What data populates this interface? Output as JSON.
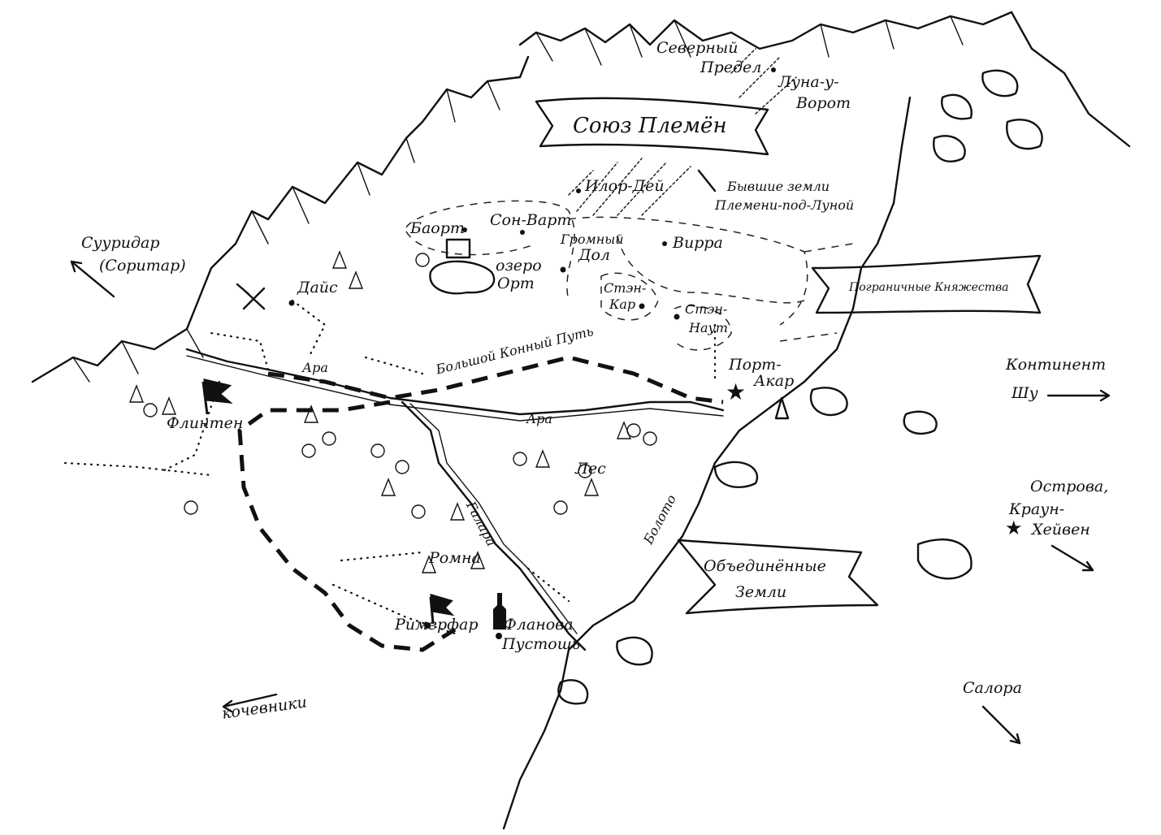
{
  "map": {
    "regions": {
      "north_limit": [
        "Северный",
        "Предел"
      ],
      "moon_gate": [
        "Луна-у-",
        "Ворот"
      ],
      "tribes_union": "Союз Племён",
      "former_lands": [
        "Бывшие земли",
        "Племени-под-Луной"
      ],
      "border_principalities": "Пограничные Княжества",
      "united_lands": [
        "Объединённые",
        "Земли"
      ],
      "forest": "Лес",
      "swamp": "Болото",
      "flanova_waste": [
        "Фланова",
        "Пустошь"
      ]
    },
    "settlements": {
      "ilor_dei": "Илор-Дей",
      "baort": "Баорт",
      "son_vart": "Сон-Варт",
      "gromny_dol": [
        "Громный",
        "Дол"
      ],
      "virra": "Вирра",
      "sten_kar": [
        "Стэн-",
        "Кар"
      ],
      "sten_naut": [
        "Стэн-",
        "Наут"
      ],
      "dais": "Дайс",
      "port_akar": [
        "Порт-",
        "Акар"
      ],
      "flinten": "Флинтен",
      "romna": "Ромна",
      "rimerfar": "Римерфар"
    },
    "water": {
      "lake_ort": [
        "озеро",
        "Орт"
      ],
      "river_ara": "Ара",
      "river_galara": "Галара"
    },
    "road": "Большой Конный Путь",
    "directions": {
      "suuridar": [
        "Сууридар",
        "(Соритар)"
      ],
      "continent_shu": [
        "Континент",
        "Шу"
      ],
      "islands": [
        "Острова,",
        "Краун-",
        "Хейвен"
      ],
      "salora": "Салора",
      "nomads": "кочевники"
    }
  }
}
